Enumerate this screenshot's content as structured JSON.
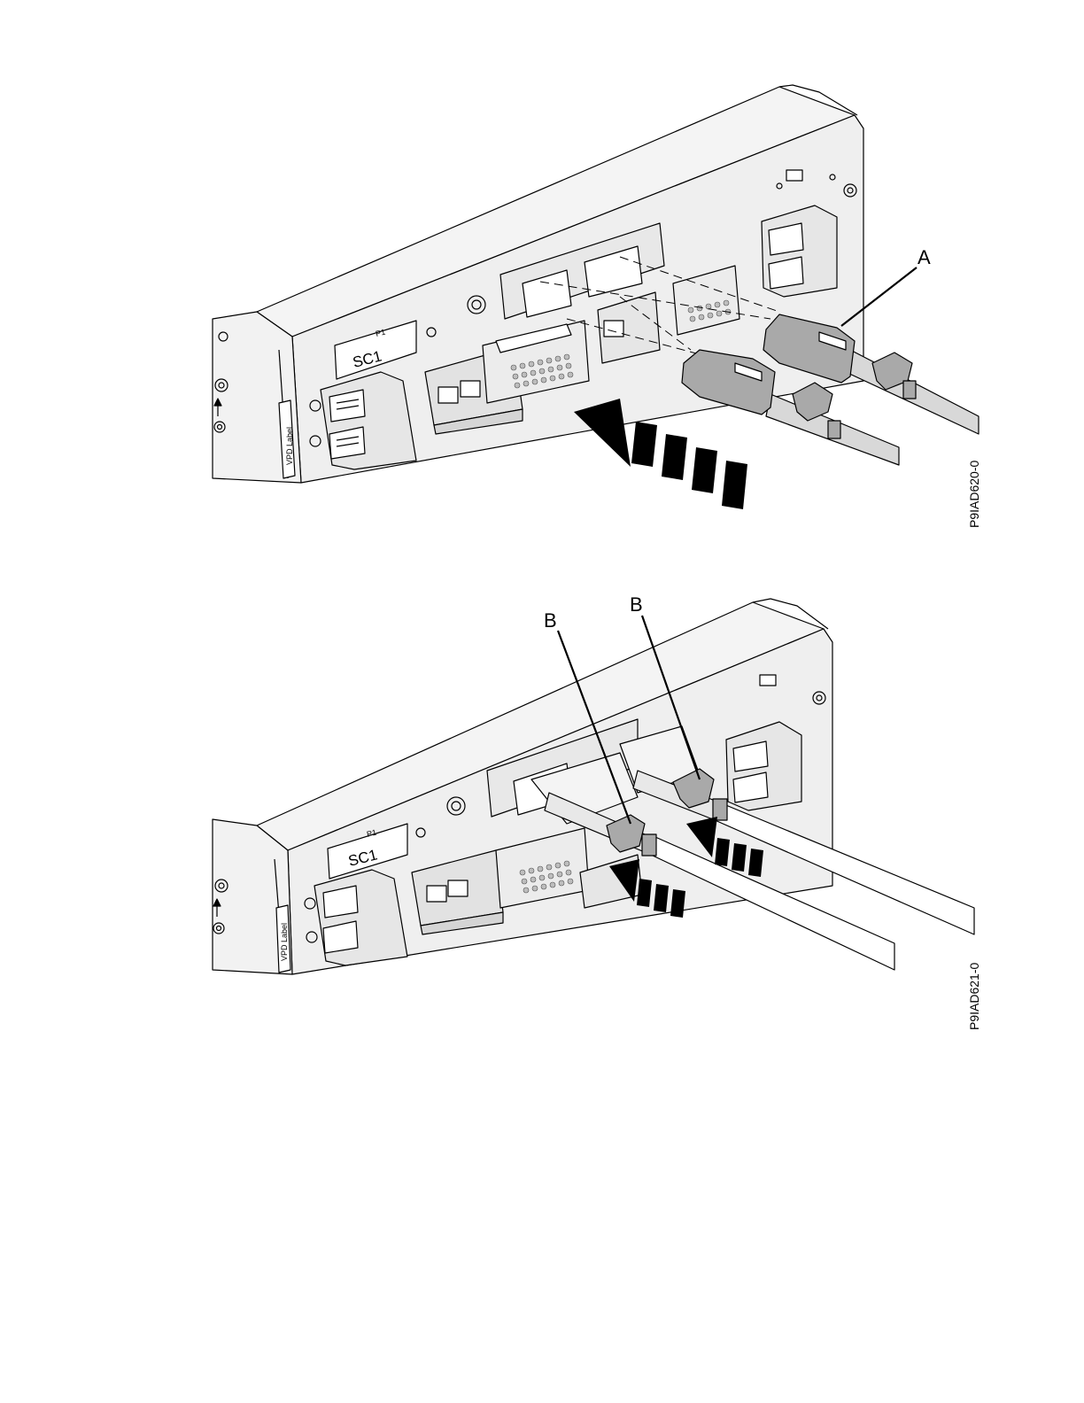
{
  "figures": [
    {
      "id": "P9IAD620-0",
      "callouts": [
        "A"
      ],
      "unit_labels": {
        "vpd": "VPD Label",
        "slot": "SC1",
        "p1": "P1"
      }
    },
    {
      "id": "P9IAD621-0",
      "callouts": [
        "B",
        "B"
      ],
      "unit_labels": {
        "vpd": "VPD Label",
        "slot": "SC1",
        "p1": "P1"
      }
    }
  ],
  "colors": {
    "line": "#000000",
    "metal": "#ececec",
    "cable": "#d8d8d8",
    "connector": "#a9a9a9",
    "arrow": "#000000"
  }
}
